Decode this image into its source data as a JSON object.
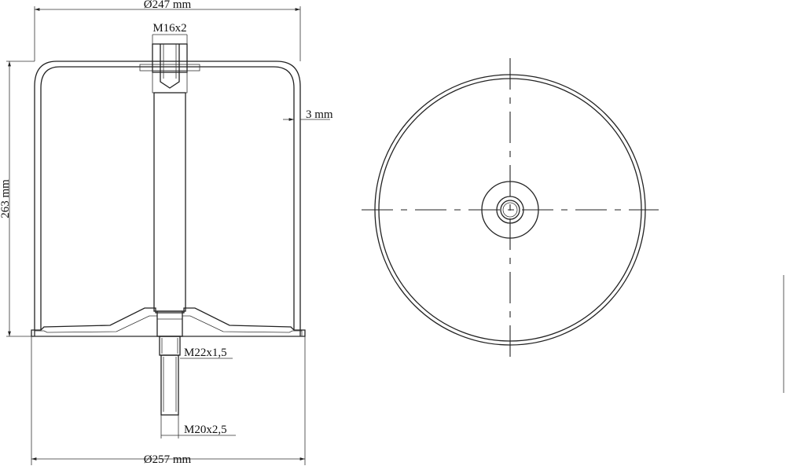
{
  "side_view": {
    "dim_top_diameter": "Ø247 mm",
    "dim_top_thread": "M16x2",
    "dim_wall": "3 mm",
    "dim_height": "263 mm",
    "dim_mid_thread": "M22x1,5",
    "dim_stud_thread": "M20x2,5",
    "dim_bottom_diameter": "Ø257 mm"
  },
  "colors": {
    "line": "#222222",
    "background": "#ffffff"
  }
}
